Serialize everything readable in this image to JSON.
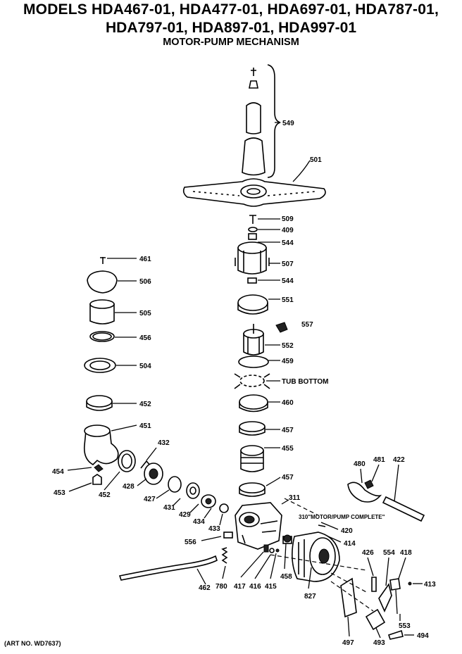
{
  "title": {
    "line1": "MODELS HDA467-01, HDA477-01, HDA697-01, HDA787-01,",
    "line2": "HDA797-01, HDA897-01, HDA997-01",
    "line3": "MOTOR-PUMP MECHANISM"
  },
  "art_no": "(ART NO. WD7637)",
  "callouts": {
    "c549": "549",
    "c501": "501",
    "c509": "509",
    "c409": "409",
    "c544a": "544",
    "c507": "507",
    "c544b": "544",
    "c551": "551",
    "c557": "557",
    "c552": "552",
    "c459": "459",
    "tub_bottom": "TUB BOTTOM",
    "c460": "460",
    "c457a": "457",
    "c455": "455",
    "c457b": "457",
    "c311": "311",
    "c310": "310\"MOTOR/PUMP COMPLETE\"",
    "c420": "420",
    "c414": "414",
    "c461": "461",
    "c506": "506",
    "c505": "505",
    "c456": "456",
    "c504": "504",
    "c452a": "452",
    "c451": "451",
    "c432": "432",
    "c454": "454",
    "c453": "453",
    "c452b": "452",
    "c428": "428",
    "c427": "427",
    "c431": "431",
    "c429": "429",
    "c434": "434",
    "c433": "433",
    "c556": "556",
    "c462": "462",
    "c780": "780",
    "c417": "417",
    "c416": "416",
    "c415": "415",
    "c458": "458",
    "c827": "827",
    "c480": "480",
    "c481": "481",
    "c422": "422",
    "c426": "426",
    "c554": "554",
    "c418": "418",
    "c413": "413",
    "c553": "553",
    "c497": "497",
    "c493": "493",
    "c494": "494"
  }
}
